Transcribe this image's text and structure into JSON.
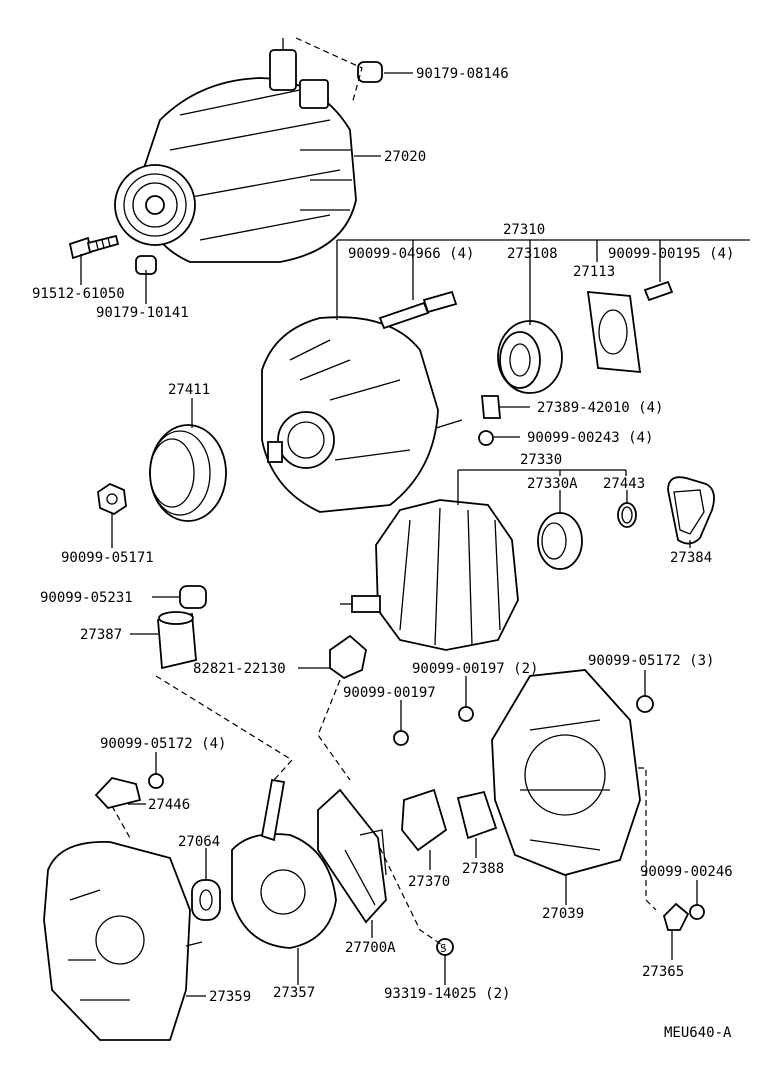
{
  "diagram_code": "MEU640-A",
  "parts": [
    {
      "id": "p1",
      "number": "90179-08146",
      "qty": ""
    },
    {
      "id": "p2",
      "number": "27020",
      "qty": ""
    },
    {
      "id": "p3",
      "number": "27310",
      "qty": ""
    },
    {
      "id": "p4",
      "number": "90099-04966",
      "qty": "(4)"
    },
    {
      "id": "p5",
      "number": "273108",
      "qty": ""
    },
    {
      "id": "p6",
      "number": "90099-00195",
      "qty": "(4)"
    },
    {
      "id": "p7",
      "number": "27113",
      "qty": ""
    },
    {
      "id": "p8",
      "number": "91512-61050",
      "qty": ""
    },
    {
      "id": "p9",
      "number": "90179-10141",
      "qty": ""
    },
    {
      "id": "p10",
      "number": "27411",
      "qty": ""
    },
    {
      "id": "p11",
      "number": "27389-42010",
      "qty": "(4)"
    },
    {
      "id": "p12",
      "number": "90099-00243",
      "qty": "(4)"
    },
    {
      "id": "p13",
      "number": "27330",
      "qty": ""
    },
    {
      "id": "p14",
      "number": "27330A",
      "qty": ""
    },
    {
      "id": "p15",
      "number": "27443",
      "qty": ""
    },
    {
      "id": "p16",
      "number": "27384",
      "qty": ""
    },
    {
      "id": "p17",
      "number": "90099-05171",
      "qty": ""
    },
    {
      "id": "p18",
      "number": "90099-05231",
      "qty": ""
    },
    {
      "id": "p19",
      "number": "27387",
      "qty": ""
    },
    {
      "id": "p20",
      "number": "82821-22130",
      "qty": ""
    },
    {
      "id": "p21",
      "number": "90099-00197",
      "qty": "(2)"
    },
    {
      "id": "p22",
      "number": "90099-05172",
      "qty": "(3)"
    },
    {
      "id": "p23",
      "number": "90099-00197",
      "qty": ""
    },
    {
      "id": "p24",
      "number": "90099-05172",
      "qty": "(4)"
    },
    {
      "id": "p25",
      "number": "27446",
      "qty": ""
    },
    {
      "id": "p26",
      "number": "27064",
      "qty": ""
    },
    {
      "id": "p27",
      "number": "27370",
      "qty": ""
    },
    {
      "id": "p28",
      "number": "27388",
      "qty": ""
    },
    {
      "id": "p29",
      "number": "27039",
      "qty": ""
    },
    {
      "id": "p30",
      "number": "90099-00246",
      "qty": ""
    },
    {
      "id": "p31",
      "number": "27700A",
      "qty": ""
    },
    {
      "id": "p32",
      "number": "27365",
      "qty": ""
    },
    {
      "id": "p33",
      "number": "27359",
      "qty": ""
    },
    {
      "id": "p34",
      "number": "27357",
      "qty": ""
    },
    {
      "id": "p35",
      "number": "93319-14025",
      "qty": "(2)"
    }
  ]
}
